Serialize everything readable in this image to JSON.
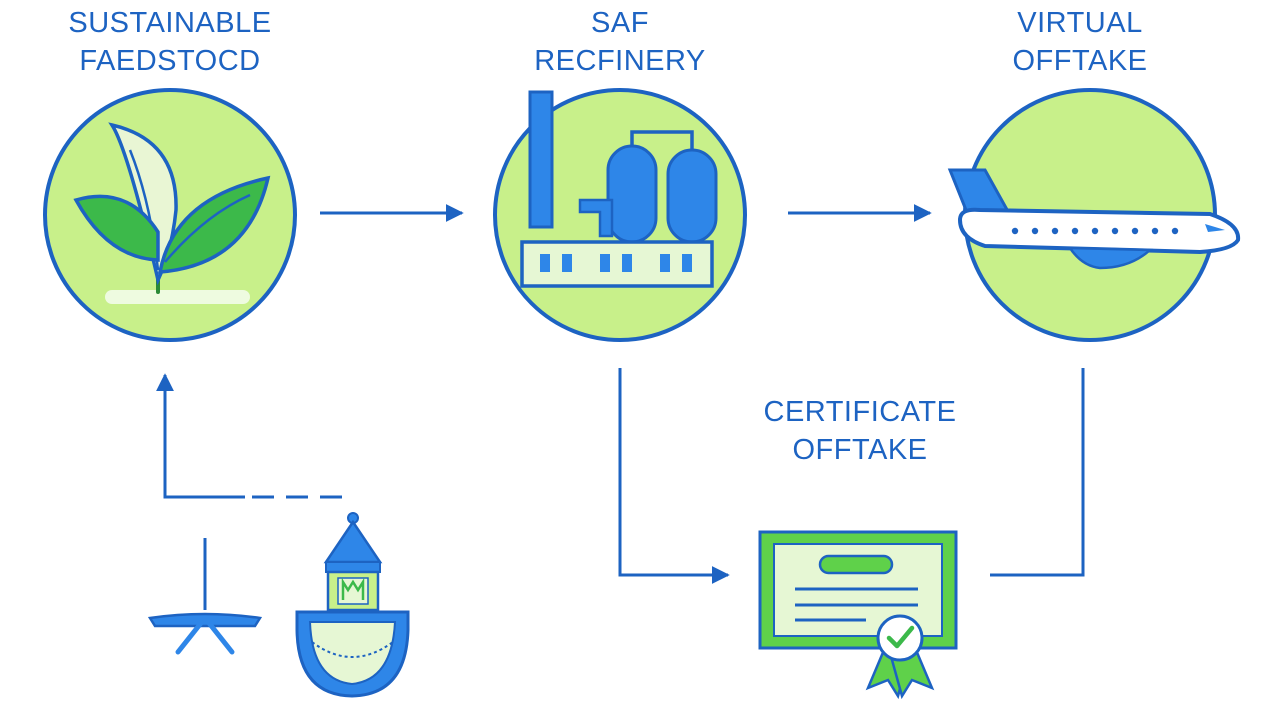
{
  "labels": {
    "feedstock": [
      "SUSTAINABLE",
      "FAEDSTOCD"
    ],
    "refinery": [
      "SAF",
      "RECFINERY"
    ],
    "virtual_offtake": [
      "VIRTUAL",
      "OFFTAKE"
    ],
    "certificate_offtake": [
      "CERTIFICATE",
      "OFFTAKE"
    ]
  },
  "colors": {
    "primary_blue": "#1d63c2",
    "fill_blue": "#2e86e8",
    "light_green": "#c8f08a",
    "leaf_green": "#3cb94a",
    "bright_green": "#5fd14a",
    "pale_green": "#e6f7d4"
  },
  "icons": [
    "leaf-icon",
    "refinery-icon",
    "airplane-icon",
    "certificate-icon",
    "ribbon-check-icon",
    "tower-icon",
    "stand-icon"
  ]
}
